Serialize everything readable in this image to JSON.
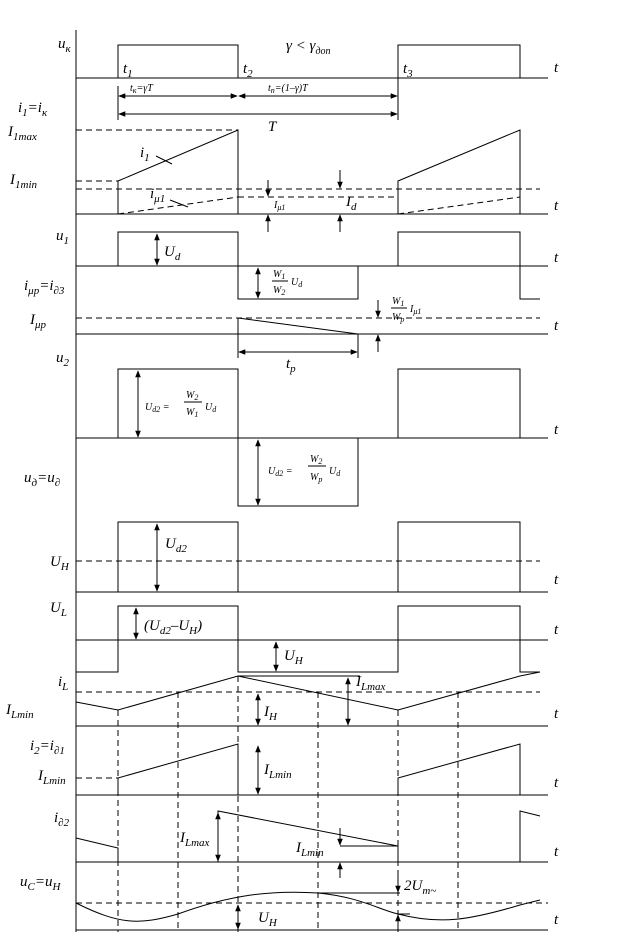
{
  "panels": {
    "uk": {
      "label": "u",
      "sub": "к",
      "condition": "γ < γ",
      "condition_sub": "доп"
    },
    "i1": {
      "label": "i",
      "sub": "1",
      "eq": "=i",
      "eq_sub": "к",
      "max": "I",
      "max_sub": "1max",
      "min": "I",
      "min_sub": "1min",
      "curve": "i",
      "curve_sub": "1",
      "curve2": "i",
      "curve2_sub": "μ1",
      "imu": "I",
      "imu_sub": "μ1",
      "id": "I",
      "id_sub": "d"
    },
    "u1": {
      "label": "u",
      "sub": "1",
      "ud": "U",
      "ud_sub": "d",
      "ratio_num": "W",
      "ratio_num_sub": "1",
      "ratio_den": "W",
      "ratio_den_sub": "2",
      "ratio_tail": "U",
      "ratio_tail_sub": "d"
    },
    "imu": {
      "label": "i",
      "sub": "μр",
      "eq": "=i",
      "eq_sub": "∂3",
      "level": "I",
      "level_sub": "μр",
      "note_num": "W",
      "note_num_sub": "1",
      "note_den": "W",
      "note_den_sub": "p",
      "note_tail": "I",
      "note_tail_sub": "μ1",
      "tp": "t",
      "tp_sub": "р"
    },
    "u2": {
      "label": "u",
      "sub": "2",
      "f1_left": "U",
      "f1_left_sub": "d2",
      "f1_eq": " = ",
      "f1_num": "W",
      "f1_num_sub": "2",
      "f1_den": "W",
      "f1_den_sub": "1",
      "f1_tail": "U",
      "f1_tail_sub": "d"
    },
    "ud": {
      "label": "u",
      "sub": "д",
      "eq": "=u",
      "eq_sub": "∂",
      "f2_left": "U",
      "f2_left_sub": "d2",
      "f2_eq": " = ",
      "f2_num": "W",
      "f2_num_sub": "2",
      "f2_den": "W",
      "f2_den_sub": "p",
      "f2_tail": "U",
      "f2_tail_sub": "d"
    },
    "uh": {
      "label": "U",
      "sub": "Н",
      "ud2": "U",
      "ud2_sub": "d2"
    },
    "ul": {
      "label": "U",
      "sub": "L",
      "diff": "(U",
      "diff_sub": "d2",
      "diff_tail": "–U",
      "diff_tail_sub": "Н",
      "diff_close": ")",
      "uh": "U",
      "uh_sub": "Н"
    },
    "il": {
      "label": "i",
      "sub": "L",
      "min": "I",
      "min_sub": "Lmin",
      "max": "I",
      "max_sub": "Lmax",
      "ih": "I",
      "ih_sub": "Н"
    },
    "i2": {
      "label": "i",
      "sub": "2",
      "eq": "=i",
      "eq_sub": "∂1",
      "min": "I",
      "min_sub": "Lmin",
      "lmin": "I",
      "lmin_sub": "Lmin"
    },
    "id2": {
      "label": "i",
      "sub": "∂2",
      "max": "I",
      "max_sub": "Lmax",
      "min": "I",
      "min_sub": "Lmin"
    },
    "uc": {
      "label": "u",
      "sub": "C",
      "eq": "=u",
      "eq_sub": "Н",
      "um": "2U",
      "um_sub": "m~",
      "uh": "U",
      "uh_sub": "Н"
    }
  },
  "time": {
    "axis": "t",
    "t1": "t",
    "t1_sub": "1",
    "t2": "t",
    "t2_sub": "2",
    "t3": "t",
    "t3_sub": "3",
    "tk": "t",
    "tk_sub": "к",
    "tk_eq": "=γT",
    "tp2": "t",
    "tp2_sub": "п",
    "tp2_eq": "=(1–γ)T",
    "period": "T"
  }
}
